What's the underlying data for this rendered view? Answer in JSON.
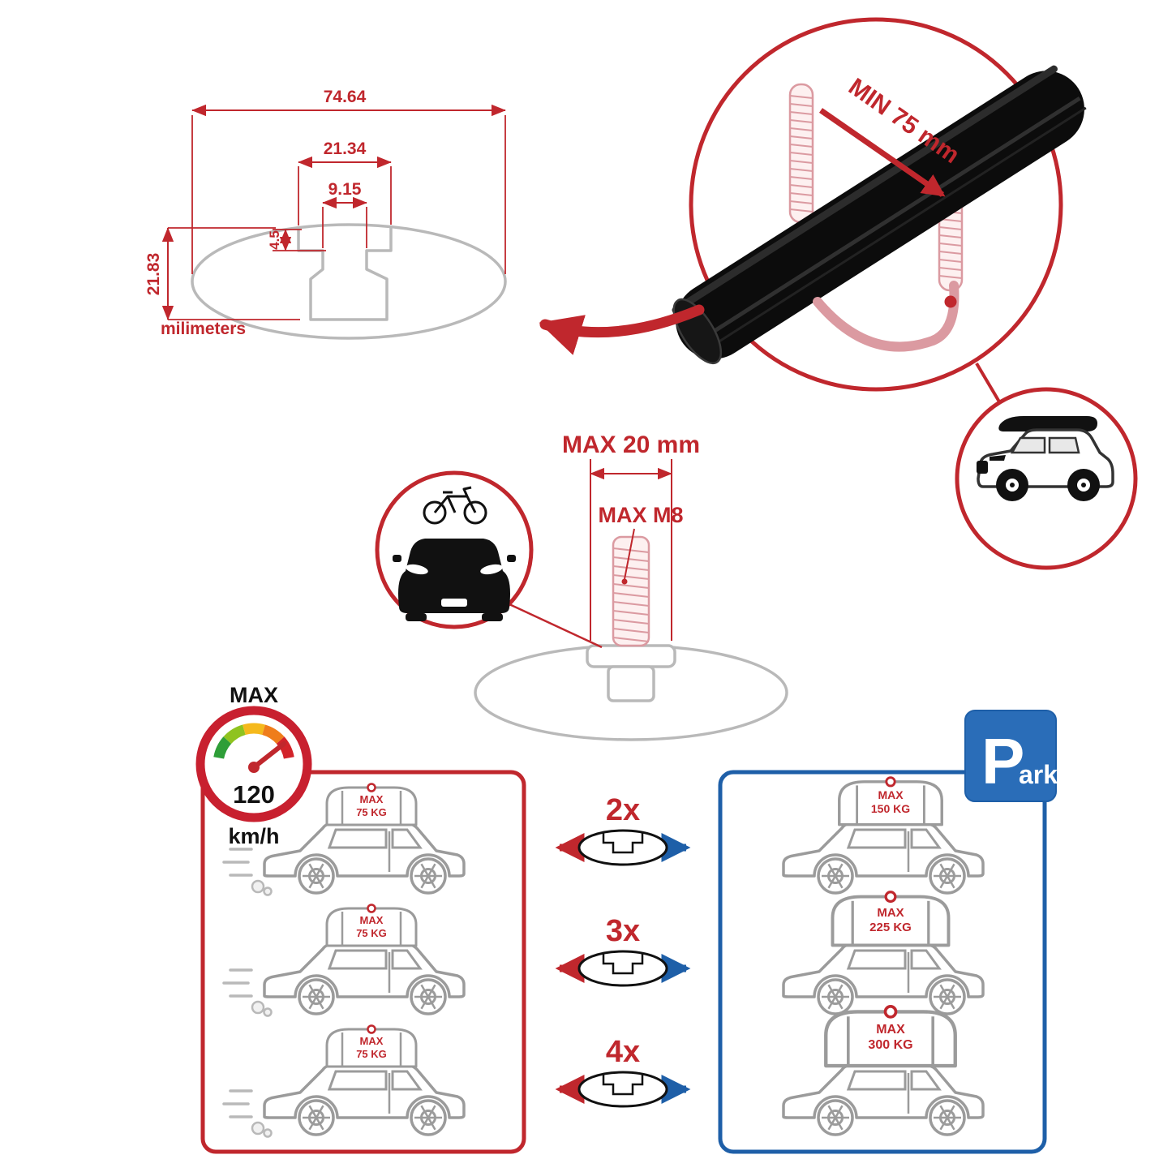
{
  "colors": {
    "accent_red": "#c0272d",
    "accent_blue": "#1e5fa8",
    "park_blue": "#2a6db8",
    "drawing_grey": "#b9b9b9",
    "bar_black": "#0c0c0c",
    "thread_pink": "#db9aa1"
  },
  "icons": {
    "gauge": "speedometer-icon",
    "park": "parking-sign-icon",
    "bike_car": "car-with-bike-icon",
    "suv_roofbox": "suv-with-roofbox-icon",
    "crossbar_profile": "crossbar-cross-section-icon"
  },
  "profile_drawing": {
    "total_width": "74.64",
    "opening_width": "21.34",
    "channel_width": "9.15",
    "step_depth": "4.5",
    "total_height": "21.83",
    "units": "milimeters"
  },
  "bar_zoom": {
    "min_span_label": "MIN 75 mm"
  },
  "bolt": {
    "max_width_label": "MAX 20 mm",
    "thread_label": "MAX M8"
  },
  "speed": {
    "label": "MAX",
    "value": "120",
    "unit": "km/h"
  },
  "multipliers": [
    {
      "label": "2x"
    },
    {
      "label": "3x"
    },
    {
      "label": "4x"
    }
  ],
  "driving_cars": [
    {
      "max": "MAX",
      "weight": "75 KG"
    },
    {
      "max": "MAX",
      "weight": "75 KG"
    },
    {
      "max": "MAX",
      "weight": "75 KG"
    }
  ],
  "parked_cars": [
    {
      "max": "MAX",
      "weight": "150 KG"
    },
    {
      "max": "MAX",
      "weight": "225 KG"
    },
    {
      "max": "MAX",
      "weight": "300 KG"
    }
  ],
  "park_sign": {
    "letter": "P",
    "rest": "ark"
  }
}
